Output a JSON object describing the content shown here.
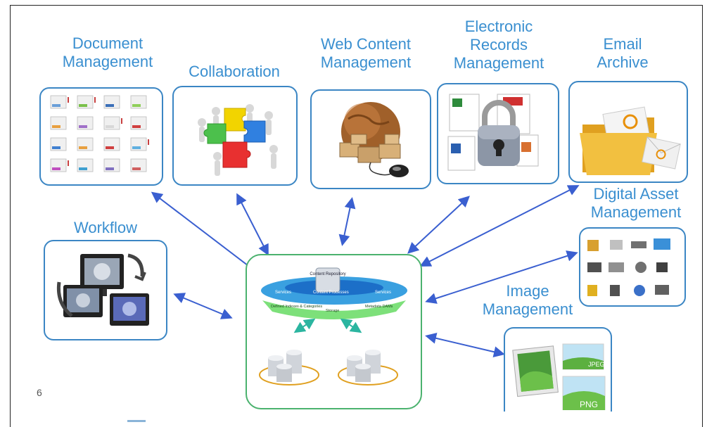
{
  "page_number": "6",
  "nodes": {
    "document_management": "Document\nManagement",
    "collaboration": "Collaboration",
    "web_content_management": "Web Content\nManagement",
    "electronic_records_management": "Electronic\nRecords\nManagement",
    "email_archive": "Email\nArchive",
    "workflow": "Workflow",
    "digital_asset_management": "Digital Asset\nManagement",
    "image_management": "Image\nManagement"
  },
  "hub": {
    "content_repository": "Content\nRepository",
    "services_left": "Services",
    "content_processes": "Content Processes",
    "services_right": "Services",
    "defined_indexes": "Defined Indexes\n& Categories",
    "storage": "Storage",
    "metadata_dams": "Metadata DAMs"
  },
  "image_tags": {
    "jpeg": "JPEG",
    "png": "PNG"
  },
  "colors": {
    "label": "#3a8fd0",
    "box_border": "#3b86c4",
    "hub_border": "#4bb26e",
    "arrow": "#3a5fd0",
    "hub_arrow": "#2bb5a0"
  }
}
